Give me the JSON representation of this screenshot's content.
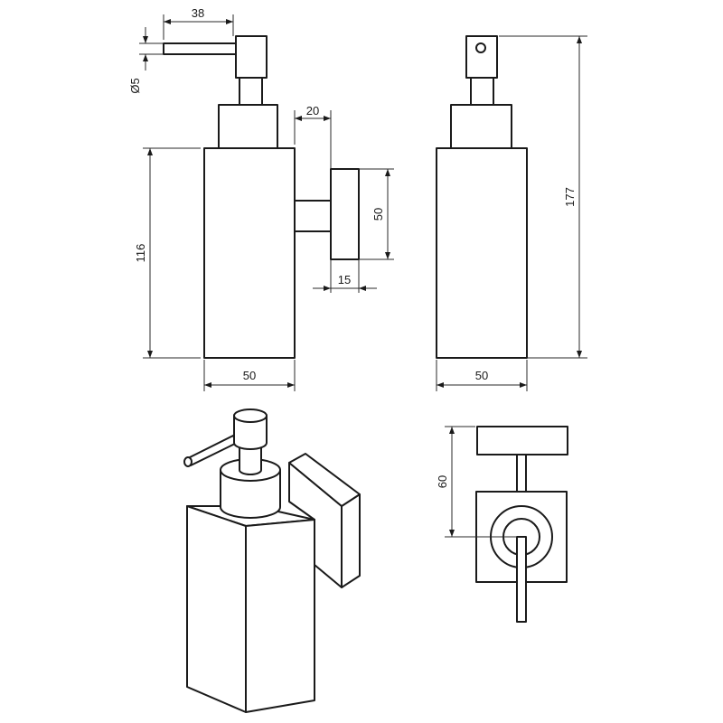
{
  "dimensions": {
    "front_nozzle_length": "38",
    "front_nozzle_diameter": "Ø5",
    "front_wall_offset": "20",
    "front_bracket_height": "50",
    "front_bracket_depth": "15",
    "front_body_height": "116",
    "front_body_width": "50",
    "side_total_height": "177",
    "side_body_width": "50",
    "top_hole_offset": "60"
  },
  "views": [
    "front-view",
    "side-view",
    "isometric-view",
    "top-view"
  ],
  "colors": {
    "line": "#1a1a1a",
    "background": "#ffffff"
  }
}
